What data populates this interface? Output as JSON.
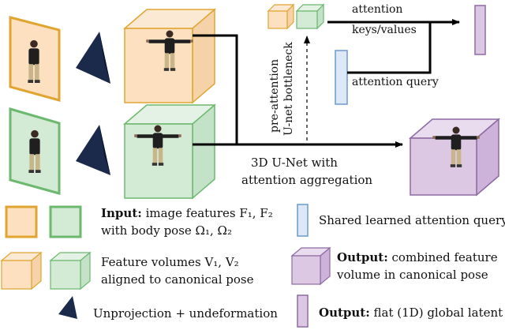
{
  "labels": {
    "attention": "attention",
    "keys_values": "keys/values",
    "attention_query": "attention query",
    "pre_attention": "pre-attention",
    "unet_bottleneck": "U-net bottleneck",
    "unet_line1": "3D U-Net with",
    "unet_line2": "attention aggregation"
  },
  "legend": {
    "input_bold": "Input:",
    "input_line1_rest": " image features F₁, F₂",
    "input_line2": "with body pose Ω₁, Ω₂",
    "feature_line1": "Feature volumes V₁, V₂",
    "feature_line2": "aligned to canonical pose",
    "unprojection": "Unprojection + undeformation",
    "shared_query": "Shared learned attention query",
    "output1_bold": "Output:",
    "output1_line1_rest": " combined feature",
    "output1_line2": "volume in canonical pose",
    "output2_bold": "Output:",
    "output2_rest": " flat (1D) global latent"
  },
  "colors": {
    "orange_fill": "#fde0c0",
    "orange_stroke": "#e0a530",
    "green_fill": "#d3ead5",
    "green_stroke": "#6cb86f",
    "purple_fill": "#dcc8e3",
    "purple_stroke": "#8e6aa3",
    "blue_fill": "#dde8f6",
    "blue_stroke": "#6d98cf",
    "camera": "#1b2a4a",
    "arrow": "#000000"
  },
  "icons": [
    "person-figure-icon",
    "camera-frustum-icon"
  ]
}
